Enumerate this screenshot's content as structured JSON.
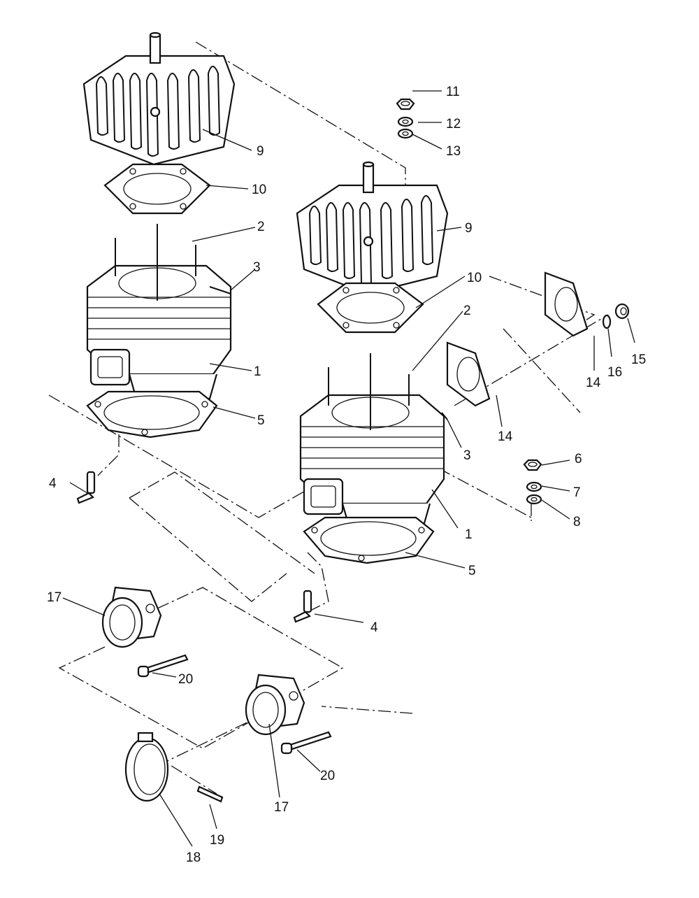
{
  "callouts": {
    "c1a": "1",
    "c1b": "1",
    "c2a": "2",
    "c2b": "2",
    "c3a": "3",
    "c3b": "3",
    "c4a": "4",
    "c4b": "4",
    "c5a": "5",
    "c5b": "5",
    "c6": "6",
    "c7": "7",
    "c8": "8",
    "c9a": "9",
    "c9b": "9",
    "c10a": "10",
    "c10b": "10",
    "c11": "11",
    "c12": "12",
    "c13": "13",
    "c14a": "14",
    "c14b": "14",
    "c15": "15",
    "c16": "16",
    "c17a": "17",
    "c17b": "17",
    "c18": "18",
    "c19": "19",
    "c20a": "20",
    "c20b": "20"
  }
}
